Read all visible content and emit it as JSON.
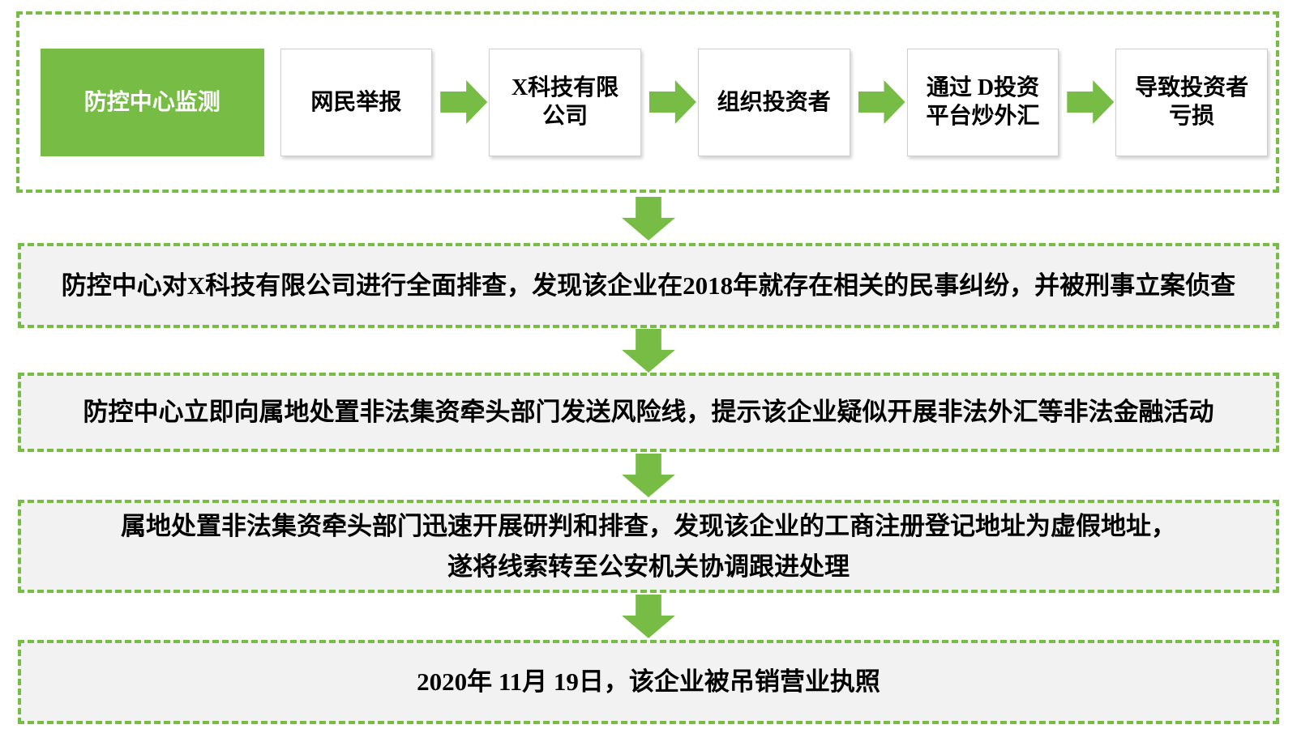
{
  "colors": {
    "green": "#77BD45",
    "section_bg": "#F2F2F2",
    "box_border": "#CFCFCF",
    "text": "#000000"
  },
  "flow": {
    "nodes": [
      {
        "label": "防控中心监测",
        "type": "green"
      },
      {
        "label": "网民举报",
        "type": "white"
      },
      {
        "label": "X科技有限\n公司",
        "type": "white"
      },
      {
        "label": "组织投资者",
        "type": "white"
      },
      {
        "label": "通过 D投资\n平台炒外汇",
        "type": "white"
      },
      {
        "label": "导致投资者\n亏损",
        "type": "white"
      }
    ]
  },
  "sections": [
    {
      "lines": [
        "防控中心对X科技有限公司进行全面排查，发现该企业在2018年就存在相关的民事纠纷，并被刑事立案侦查"
      ]
    },
    {
      "lines": [
        "防控中心立即向属地处置非法集资牵头部门发送风险线，提示该企业疑似开展非法外汇等非法金融活动"
      ]
    },
    {
      "lines": [
        "属地处置非法集资牵头部门迅速开展研判和排查，发现该企业的工商注册登记地址为虚假地址，",
        "遂将线索转至公安机关协调跟进处理"
      ]
    },
    {
      "lines": [
        "2020年 11月 19日，该企业被吊销营业执照"
      ]
    }
  ]
}
